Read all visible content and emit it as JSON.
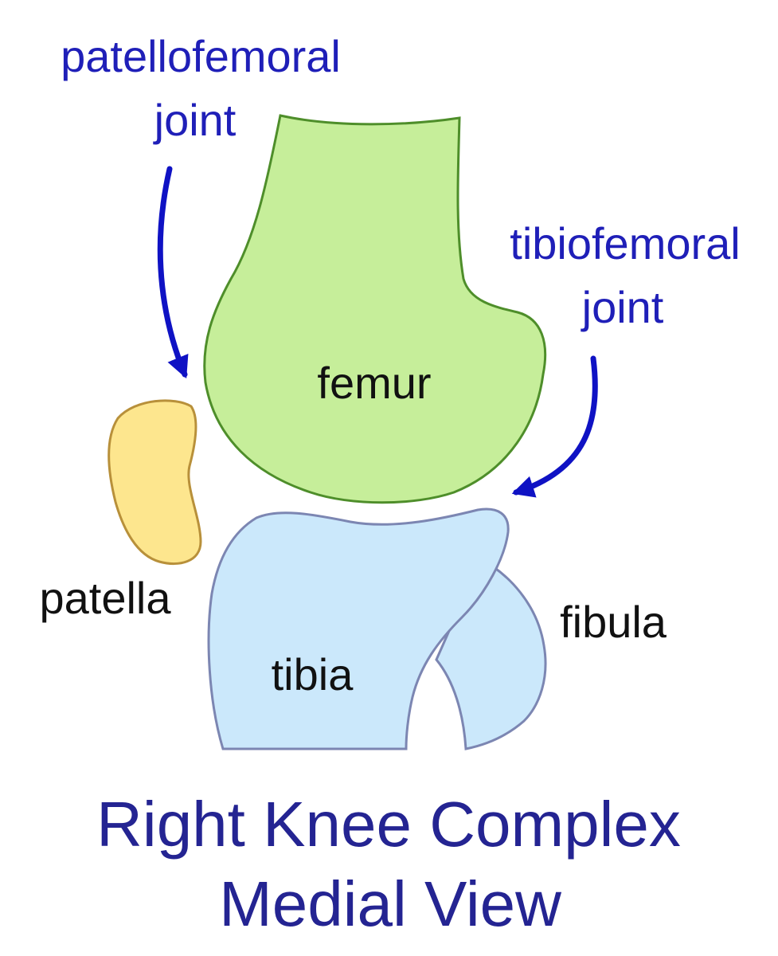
{
  "labels": {
    "patellofemoral_line1": "patellofemoral",
    "patellofemoral_line2": "joint",
    "tibiofemoral_line1": "tibiofemoral",
    "tibiofemoral_line2": "joint",
    "femur": "femur",
    "patella": "patella",
    "tibia": "tibia",
    "fibula": "fibula"
  },
  "caption": {
    "line1": "Right Knee Complex",
    "line2": "Medial View"
  },
  "colors": {
    "femur_fill": "#c6ee9a",
    "femur_stroke": "#4e8e2a",
    "patella_fill": "#fde68e",
    "patella_stroke": "#b8903a",
    "tibia_fill": "#cbe8fb",
    "fibula_fill": "#cbe8fb",
    "bone_stroke_blue": "#7c86b2",
    "joint_label_color": "#1f1fb8",
    "arrow_color": "#0f12c4",
    "bone_label_color": "#111111",
    "caption_color": "#242492"
  }
}
